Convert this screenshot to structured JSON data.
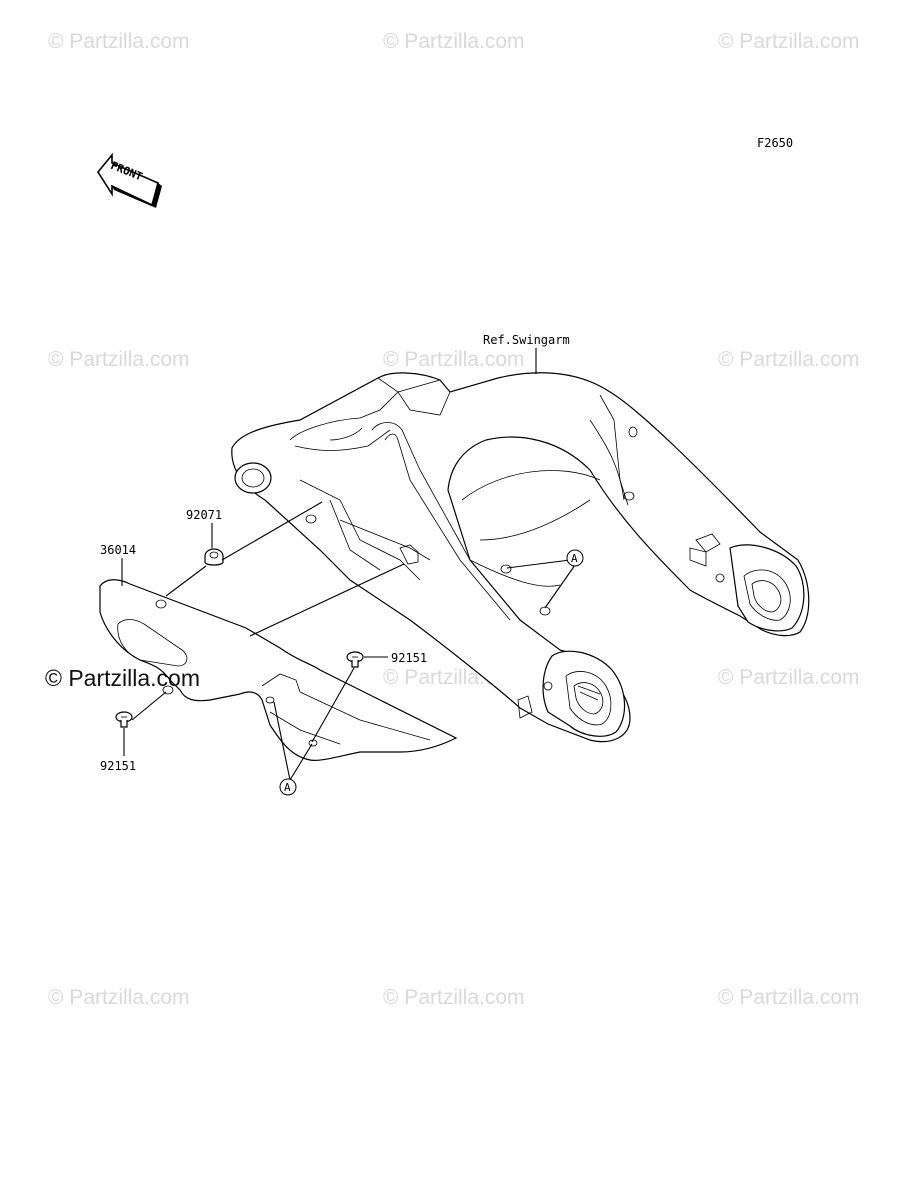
{
  "figure_code": "F2650",
  "front_arrow_text": "FRONT",
  "watermark_text": "© Partzilla.com",
  "callout_letter": "A",
  "parts": {
    "swingarm": "Ref.Swingarm",
    "chain_cover": "36014",
    "collar": "92071",
    "bolt_upper": "92151",
    "bolt_lower": "92151"
  },
  "colors": {
    "line": "#000000",
    "watermark": "#d9d9d9",
    "background": "#ffffff"
  }
}
